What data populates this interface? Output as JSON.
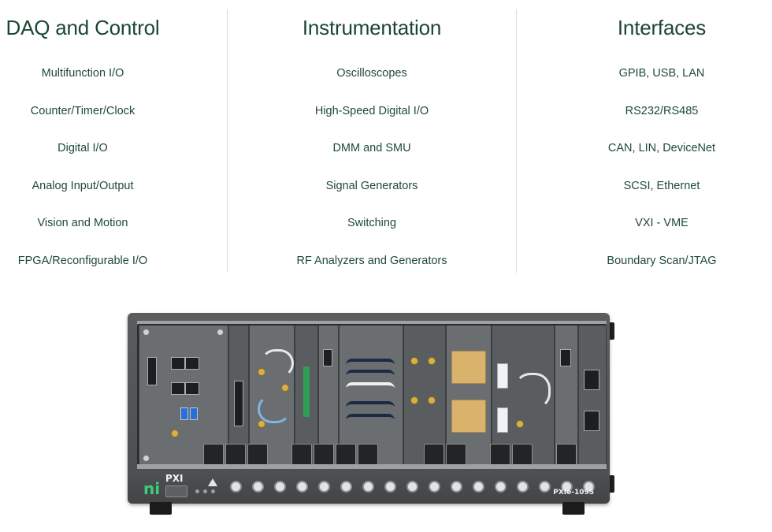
{
  "columns": [
    {
      "title": "DAQ and Control",
      "items": [
        "Multifunction I/O",
        "Counter/Timer/Clock",
        "Digital I/O",
        "Analog Input/Output",
        "Vision and Motion",
        "FPGA/Reconfigurable I/O"
      ]
    },
    {
      "title": "Instrumentation",
      "items": [
        "Oscilloscopes",
        "High-Speed Digital I/O",
        "DMM and SMU",
        "Signal Generators",
        "Switching",
        "RF Analyzers and Generators"
      ]
    },
    {
      "title": "Interfaces",
      "items": [
        "GPIB, USB, LAN",
        "RS232/RS485",
        "CAN, LIN, DeviceNet",
        "SCSI, Ethernet",
        "VXI - VME",
        "Boundary Scan/JTAG"
      ]
    }
  ],
  "chassis": {
    "logo_text": "ni",
    "brand_text": "PXI",
    "model": "PXIe-1095"
  },
  "colors": {
    "heading": "#1c4632",
    "text": "#1f4a35",
    "ni_green": "#3ccf7a"
  }
}
